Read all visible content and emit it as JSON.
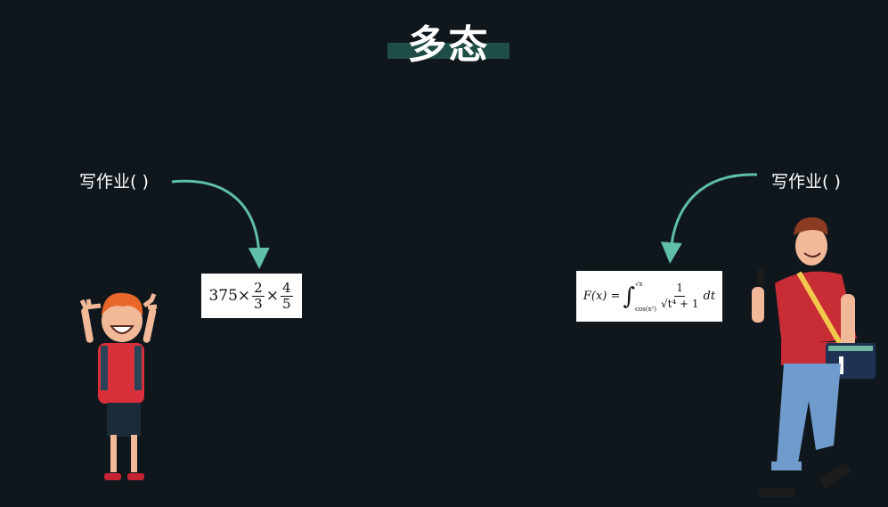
{
  "title": "多态",
  "left": {
    "method_label": "写作业( )",
    "formula": {
      "lead": "375",
      "times": "×",
      "frac1_num": "2",
      "frac1_den": "3",
      "frac2_num": "4",
      "frac2_den": "5"
    }
  },
  "right": {
    "method_label": "写作业( )",
    "formula": {
      "lhs": "F(x) =",
      "integral": "∫",
      "upper_limit": "√x",
      "lower_limit": "cos(x²)",
      "numerator": "1",
      "denominator": "√t⁴ + 1",
      "differential": "dt"
    }
  },
  "colors": {
    "background": "#0f171d",
    "title_bar": "#1f4e46",
    "arrow": "#5fbfa8",
    "text": "#ffffff"
  }
}
